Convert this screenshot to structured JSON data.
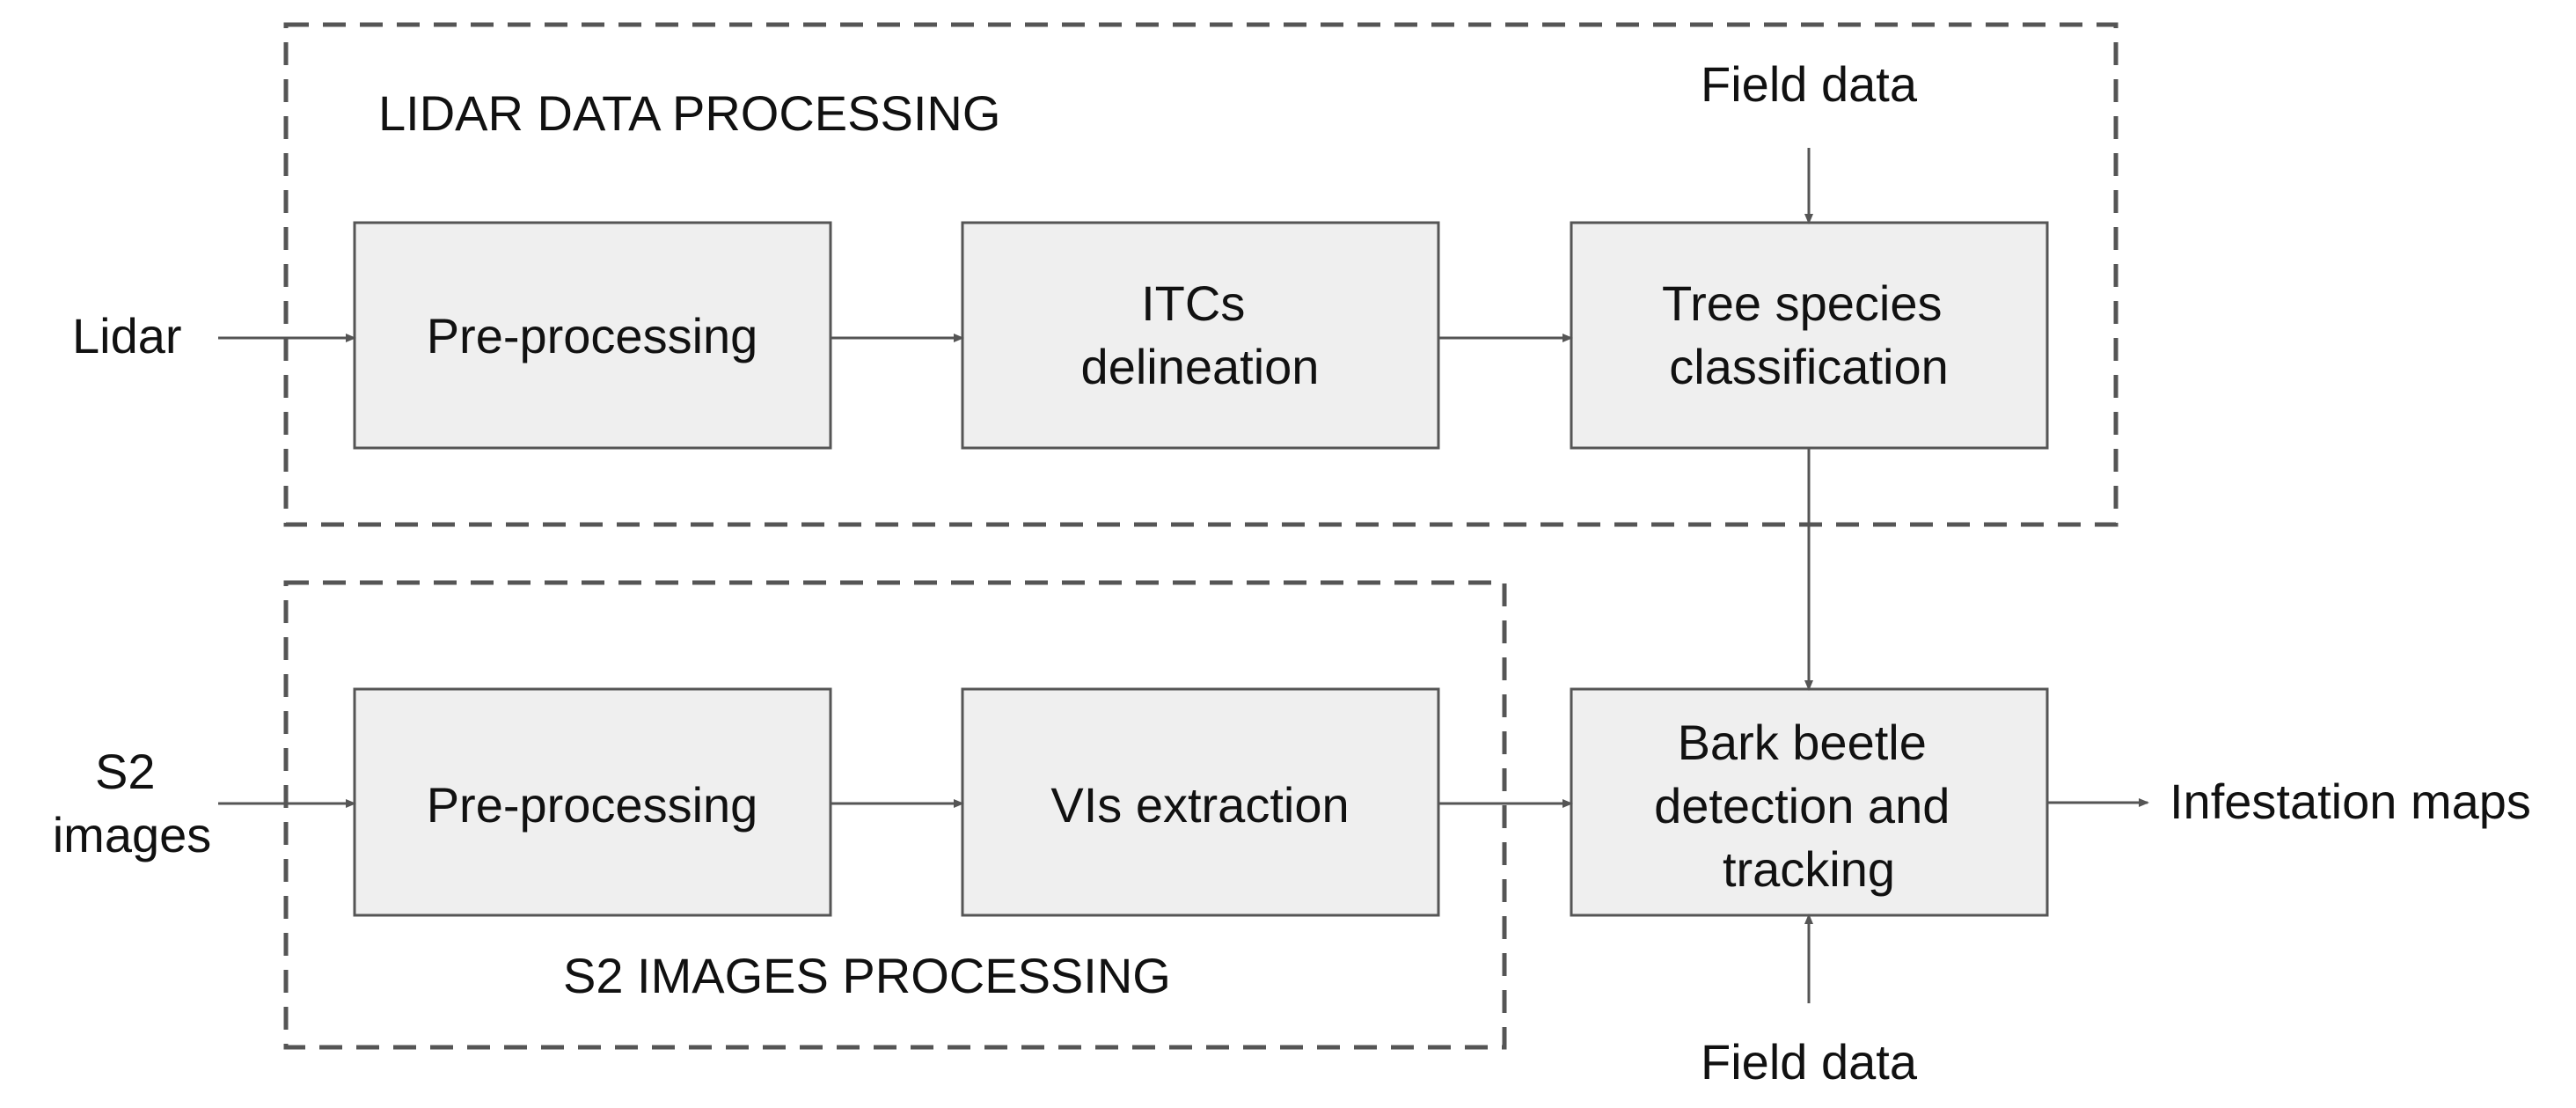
{
  "groups": {
    "lidar_processing": {
      "title": "LIDAR DATA PROCESSING"
    },
    "s2_processing": {
      "title": "S2 IMAGES PROCESSING"
    }
  },
  "inputs": {
    "lidar": "Lidar",
    "s2_images": [
      "S2",
      "images"
    ],
    "field_data_top": "Field data",
    "field_data_bottom": "Field data"
  },
  "nodes": {
    "lidar_preprocessing": [
      "Pre-processing"
    ],
    "itcs_delineation": [
      "ITCs",
      "delineation"
    ],
    "tree_species_classification": [
      "Tree species",
      "classification"
    ],
    "s2_preprocessing": [
      "Pre-processing"
    ],
    "vis_extraction": [
      "VIs extraction"
    ],
    "bark_beetle_detection": [
      "Bark beetle",
      "detection and",
      "tracking"
    ]
  },
  "outputs": {
    "infestation_maps": "Infestation maps"
  },
  "colors": {
    "box_fill": "#efefef",
    "stroke": "#555555",
    "text": "#111111"
  }
}
